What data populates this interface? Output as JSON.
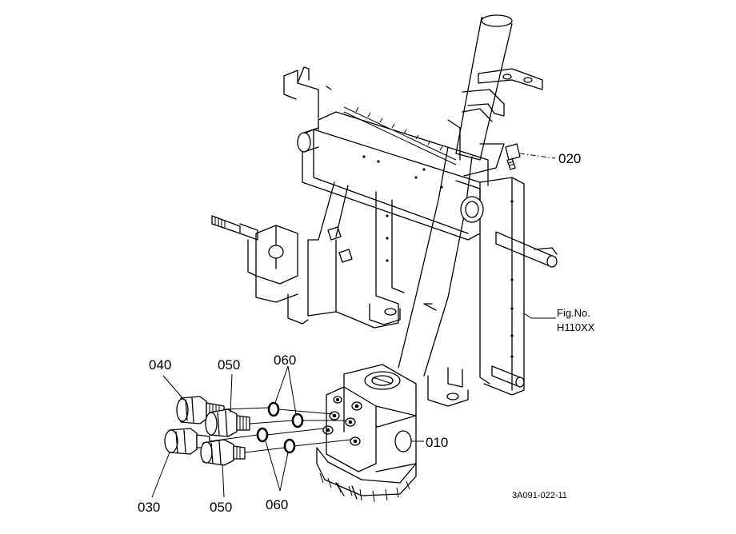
{
  "callouts": {
    "c010": "010",
    "c020": "020",
    "c030": "030",
    "c040": "040",
    "c050_top": "050",
    "c050_bottom": "050",
    "c060_top": "060",
    "c060_bottom": "060"
  },
  "figure": {
    "fig_no_label": "Fig.No.",
    "fig_no_value": "H110XX",
    "drawing_code": "3A091-022-11"
  }
}
